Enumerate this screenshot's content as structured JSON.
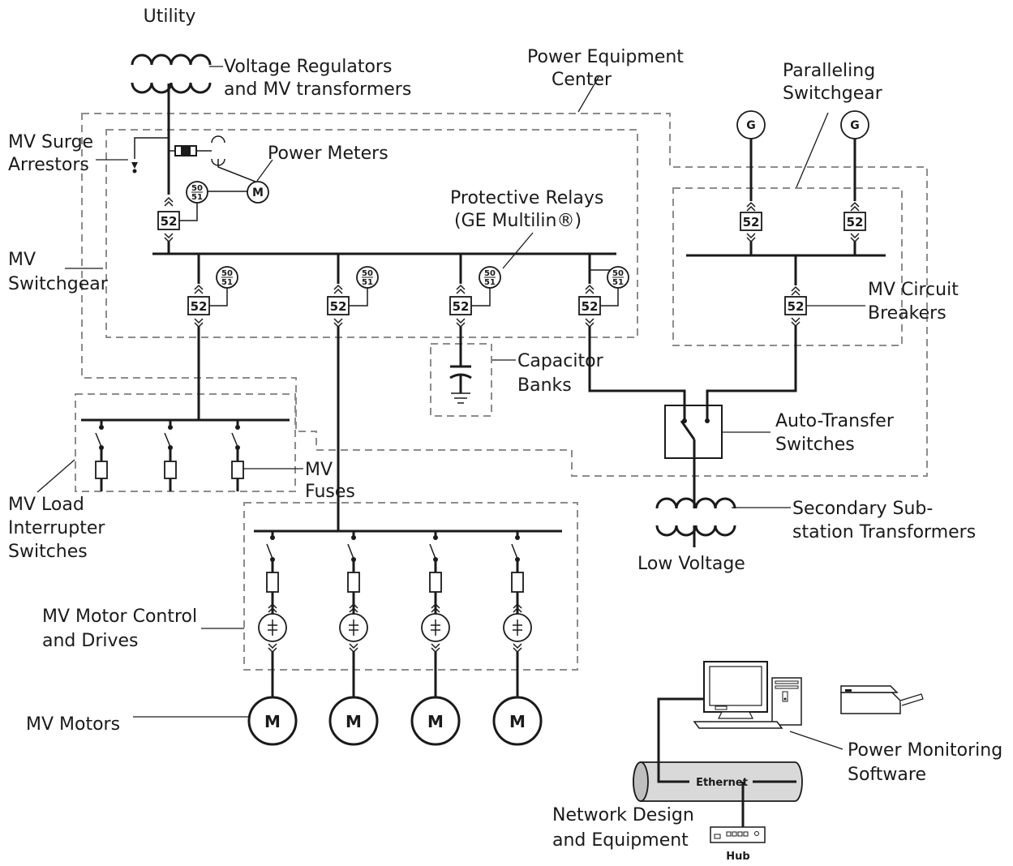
{
  "labels": {
    "utility": "Utility",
    "voltage_regulators": [
      "Voltage Regulators",
      "and MV transformers"
    ],
    "power_equipment_center": [
      "Power Equipment",
      "Center"
    ],
    "paralleling_switchgear": [
      "Paralleling",
      "Switchgear"
    ],
    "mv_surge_arrestors": [
      "MV Surge",
      "Arrestors"
    ],
    "power_meters": "Power Meters",
    "protective_relays": [
      "Protective Relays",
      "(GE Multilin®)"
    ],
    "mv_switchgear": [
      "MV",
      "Switchgear"
    ],
    "mv_circuit_breakers": [
      "MV Circuit",
      "Breakers"
    ],
    "capacitor_banks": [
      "Capacitor",
      "Banks"
    ],
    "auto_transfer_switches": [
      "Auto-Transfer",
      "Switches"
    ],
    "mv_fuses": [
      "MV",
      "Fuses"
    ],
    "mv_load_interrupter": [
      "MV Load",
      "Interrupter",
      "Switches"
    ],
    "secondary_substation": [
      "Secondary Sub-",
      "station Transformers"
    ],
    "low_voltage": "Low Voltage",
    "mv_motor_control": [
      "MV Motor Control",
      "and Drives"
    ],
    "mv_motors": "MV Motors",
    "power_monitoring": [
      "Power Monitoring",
      "Software"
    ],
    "network_design": [
      "Network Design",
      "and Equipment"
    ],
    "ethernet": "Ethernet",
    "hub": "Hub"
  },
  "symbols": {
    "breaker": "52",
    "relay_top": "50",
    "relay_bottom": "51",
    "meter": "M",
    "generator": "G",
    "motor": "M"
  }
}
